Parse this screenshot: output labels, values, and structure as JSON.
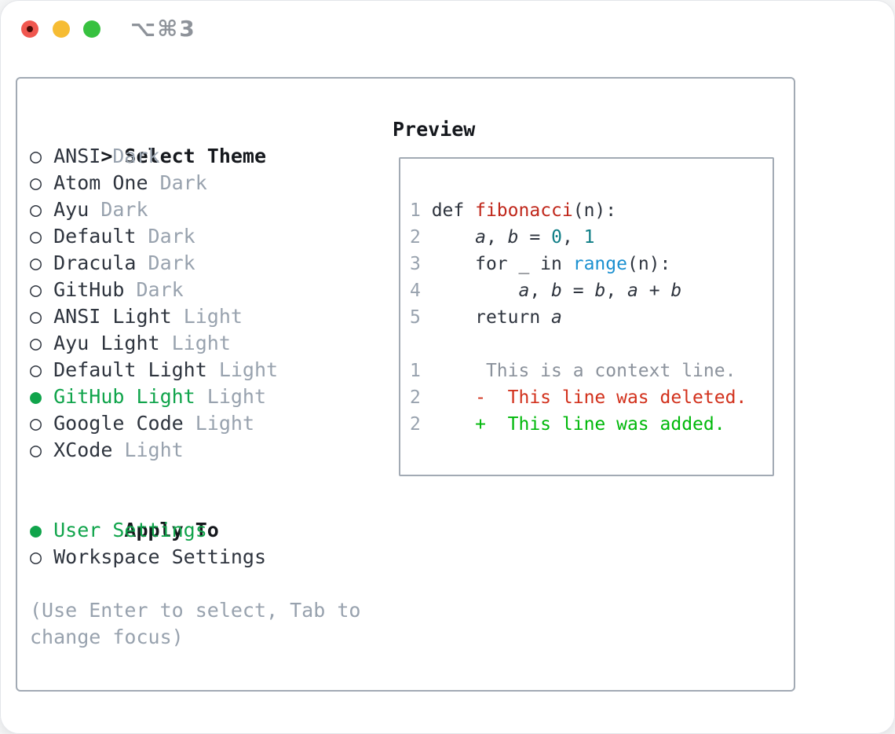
{
  "window": {
    "title": "⌥⌘3"
  },
  "colors": {
    "accent_green": "#10a44b",
    "syntax_function_red": "#c0281c",
    "syntax_builtin_blue": "#1b90d0",
    "syntax_number_teal": "#0f7e86",
    "diff_deleted_red": "#d2311c",
    "diff_added_green": "#00b80a",
    "muted_gray": "#98a2ae",
    "text_dark": "#2e343e",
    "border_gray": "#a2aab4",
    "traffic_red": "#f0574f",
    "traffic_yellow": "#f6bc33",
    "traffic_green": "#37c13f"
  },
  "theme_menu": {
    "header_prefix": ">",
    "header": "Select Theme",
    "radio_unselected_icon": "○",
    "radio_selected_icon": "●",
    "items": [
      {
        "name": "ANSI",
        "variant": "Dark",
        "selected": false
      },
      {
        "name": "Atom One",
        "variant": "Dark",
        "selected": false
      },
      {
        "name": "Ayu",
        "variant": "Dark",
        "selected": false
      },
      {
        "name": "Default",
        "variant": "Dark",
        "selected": false
      },
      {
        "name": "Dracula",
        "variant": "Dark",
        "selected": false
      },
      {
        "name": "GitHub",
        "variant": "Dark",
        "selected": false
      },
      {
        "name": "ANSI Light",
        "variant": "Light",
        "selected": false
      },
      {
        "name": "Ayu Light",
        "variant": "Light",
        "selected": false
      },
      {
        "name": "Default Light",
        "variant": "Light",
        "selected": false
      },
      {
        "name": "GitHub Light",
        "variant": "Light",
        "selected": true
      },
      {
        "name": "Google Code",
        "variant": "Light",
        "selected": false
      },
      {
        "name": "XCode",
        "variant": "Light",
        "selected": false
      }
    ],
    "apply_to": {
      "header": "Apply To",
      "options": [
        {
          "name": "User Settings",
          "selected": true
        },
        {
          "name": "Workspace Settings",
          "selected": false
        }
      ]
    },
    "hint_lines": [
      "(Use Enter to select, Tab to",
      "change focus)"
    ]
  },
  "preview": {
    "header": "Preview",
    "lines": [
      {
        "name": "code-line-1",
        "segs": [
          [
            "1",
            "num"
          ],
          [
            " def ",
            "k"
          ],
          [
            "fibonacci",
            "fn"
          ],
          [
            "(n):",
            "k"
          ]
        ]
      },
      {
        "name": "code-line-2",
        "segs": [
          [
            "2",
            "num"
          ],
          [
            "     ",
            "k"
          ],
          [
            "a",
            "k",
            1
          ],
          [
            ", ",
            "k"
          ],
          [
            "b",
            "k",
            1
          ],
          [
            " = ",
            "k"
          ],
          [
            "0",
            "lit"
          ],
          [
            ", ",
            "k"
          ],
          [
            "1",
            "lit"
          ]
        ]
      },
      {
        "name": "code-line-3",
        "segs": [
          [
            "3",
            "num"
          ],
          [
            "     for _ in ",
            "k"
          ],
          [
            "range",
            "blt"
          ],
          [
            "(n):",
            "k"
          ]
        ]
      },
      {
        "name": "code-line-4",
        "segs": [
          [
            "4",
            "num"
          ],
          [
            "         ",
            "k"
          ],
          [
            "a",
            "k",
            1
          ],
          [
            ", ",
            "k"
          ],
          [
            "b",
            "k",
            1
          ],
          [
            " = ",
            "k"
          ],
          [
            "b",
            "k",
            1
          ],
          [
            ", ",
            "k"
          ],
          [
            "a",
            "k",
            1
          ],
          [
            " + ",
            "k"
          ],
          [
            "b",
            "k",
            1
          ]
        ]
      },
      {
        "name": "code-line-5",
        "segs": [
          [
            "5",
            "num"
          ],
          [
            "     return ",
            "k"
          ],
          [
            "a",
            "k",
            1
          ]
        ]
      },
      {
        "name": "blank-line",
        "segs": []
      },
      {
        "name": "diff-context-line",
        "segs": [
          [
            "1",
            "num"
          ],
          [
            "      This is a context line.",
            "ctx"
          ]
        ]
      },
      {
        "name": "diff-deleted-line",
        "segs": [
          [
            "2",
            "num"
          ],
          [
            "     -  This line was deleted.",
            "del"
          ]
        ]
      },
      {
        "name": "diff-added-line",
        "segs": [
          [
            "2",
            "num"
          ],
          [
            "     +  This line was added.",
            "add"
          ]
        ]
      }
    ]
  }
}
